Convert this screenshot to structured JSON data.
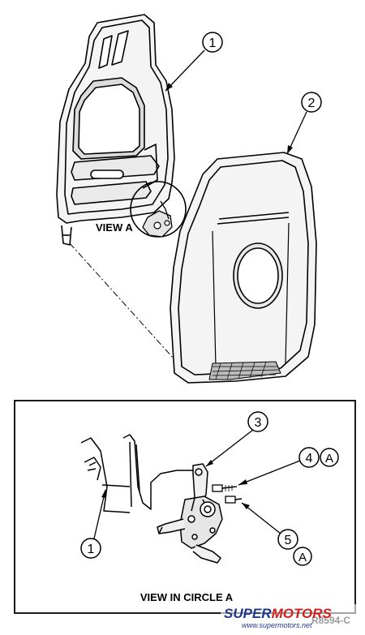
{
  "callouts": {
    "c1_top": "1",
    "c2": "2",
    "c3": "3",
    "c4": "4",
    "c4_suffix": "A",
    "c5": "5",
    "c5_suffix": "A",
    "c1_detail": "1"
  },
  "labels": {
    "view_a": "VIEW A",
    "view_in_circle": "VIEW IN CIRCLE A",
    "figure_id": "R8594-C"
  },
  "watermark": {
    "brand_part1": "SUPER",
    "brand_part2": "MOTORS",
    "url": "www.supermotors.net"
  }
}
